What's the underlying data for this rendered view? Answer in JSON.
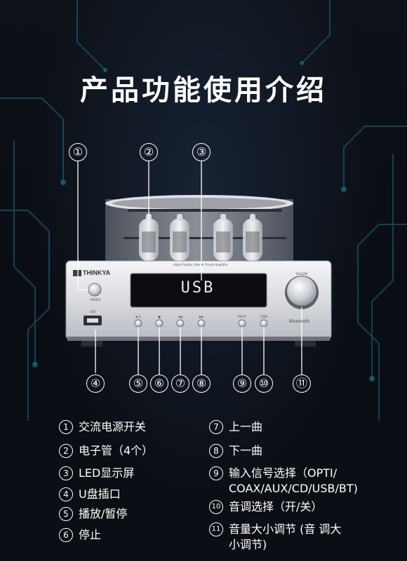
{
  "title": "产品功能使用介绍",
  "device": {
    "brand": "THINKYA",
    "subtitle": "High-Fidelity Tube & Triode Amplifier",
    "display": "USB",
    "power_label": "POWER",
    "usb_label": "USB",
    "volume_label": "VOLUME",
    "bluetooth_label": "Bluetooth",
    "button_labels": [
      "▶ II",
      "■",
      "◀◀",
      "▶▶",
      "INPUT",
      "TONE"
    ]
  },
  "callouts": [
    "①",
    "②",
    "③",
    "④",
    "⑤",
    "⑥",
    "⑦",
    "⑧",
    "⑨",
    "⑩",
    "⑪"
  ],
  "legend_left": [
    {
      "num": "1",
      "text": "交流电源开关"
    },
    {
      "num": "2",
      "text": "电子管（4个）"
    },
    {
      "num": "3",
      "text": "LED显示屏"
    },
    {
      "num": "4",
      "text": "U盘插口"
    },
    {
      "num": "5",
      "text": "播放/暂停"
    },
    {
      "num": "6",
      "text": "停止"
    }
  ],
  "legend_right": [
    {
      "num": "7",
      "text": "上一曲",
      "text2": ""
    },
    {
      "num": "8",
      "text": "下一曲",
      "text2": ""
    },
    {
      "num": "9",
      "text": "输入信号选择（OPTI/",
      "text2": "COAX/AUX/CD/USB/BT)"
    },
    {
      "num": "10",
      "text": "音调选择（开/关）",
      "text2": ""
    },
    {
      "num": "11",
      "text": "音量大小调节 (音 调大",
      "text2": "小调节)"
    }
  ]
}
